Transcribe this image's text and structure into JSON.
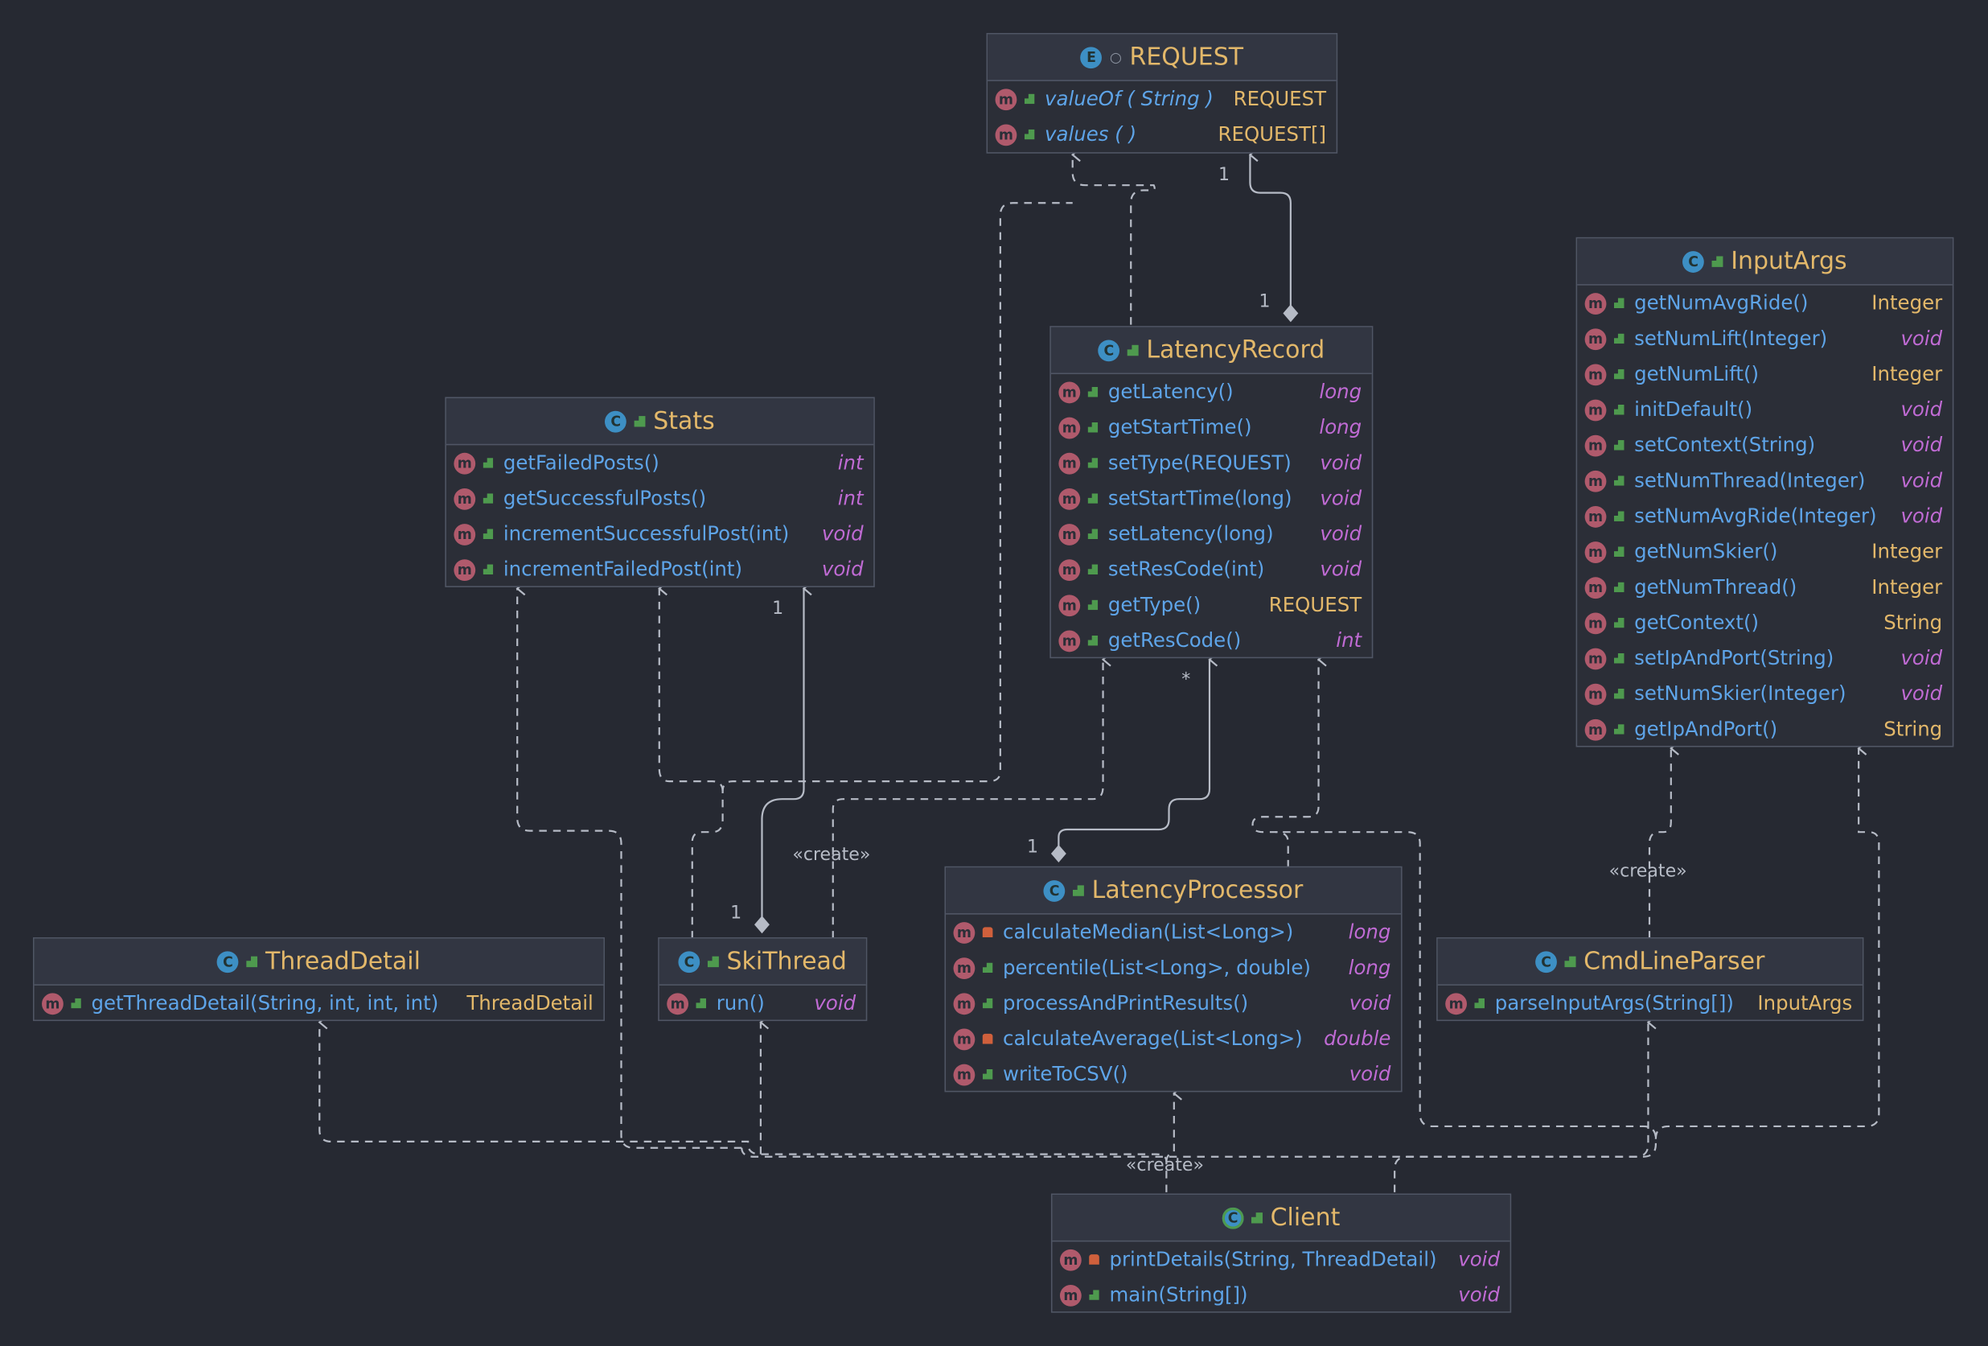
{
  "colors": {
    "background": "#262932",
    "class_name": "#e3b86a",
    "method": "#5ea4e8",
    "primitive": "#c06bd4",
    "edge": "#b6bbc6"
  },
  "classes": {
    "request": {
      "kind_icon": "E",
      "name": "REQUEST",
      "methods": [
        {
          "sig": "valueOf ( String )",
          "ret": "REQUEST",
          "vis": "public"
        },
        {
          "sig": "values ( )",
          "ret": "REQUEST[]",
          "vis": "public"
        }
      ]
    },
    "latency_record": {
      "kind_icon": "C",
      "name": "LatencyRecord",
      "methods": [
        {
          "sig": "getLatency()",
          "ret": "long",
          "vis": "public"
        },
        {
          "sig": "getStartTime()",
          "ret": "long",
          "vis": "public"
        },
        {
          "sig": "setType(REQUEST)",
          "ret": "void",
          "vis": "public"
        },
        {
          "sig": "setStartTime(long)",
          "ret": "void",
          "vis": "public"
        },
        {
          "sig": "setLatency(long)",
          "ret": "void",
          "vis": "public"
        },
        {
          "sig": "setResCode(int)",
          "ret": "void",
          "vis": "public"
        },
        {
          "sig": "getType()",
          "ret": "REQUEST",
          "vis": "public"
        },
        {
          "sig": "getResCode()",
          "ret": "int",
          "vis": "public"
        }
      ]
    },
    "stats": {
      "kind_icon": "C",
      "name": "Stats",
      "methods": [
        {
          "sig": "getFailedPosts()",
          "ret": "int",
          "vis": "public"
        },
        {
          "sig": "getSuccessfulPosts()",
          "ret": "int",
          "vis": "public"
        },
        {
          "sig": "incrementSuccessfulPost(int)",
          "ret": "void",
          "vis": "public"
        },
        {
          "sig": "incrementFailedPost(int)",
          "ret": "void",
          "vis": "public"
        }
      ]
    },
    "input_args": {
      "kind_icon": "C",
      "name": "InputArgs",
      "methods": [
        {
          "sig": "getNumAvgRide()",
          "ret": "Integer",
          "vis": "public"
        },
        {
          "sig": "setNumLift(Integer)",
          "ret": "void",
          "vis": "public"
        },
        {
          "sig": "getNumLift()",
          "ret": "Integer",
          "vis": "public"
        },
        {
          "sig": "initDefault()",
          "ret": "void",
          "vis": "public"
        },
        {
          "sig": "setContext(String)",
          "ret": "void",
          "vis": "public"
        },
        {
          "sig": "setNumThread(Integer)",
          "ret": "void",
          "vis": "public"
        },
        {
          "sig": "setNumAvgRide(Integer)",
          "ret": "void",
          "vis": "public"
        },
        {
          "sig": "getNumSkier()",
          "ret": "Integer",
          "vis": "public"
        },
        {
          "sig": "getNumThread()",
          "ret": "Integer",
          "vis": "public"
        },
        {
          "sig": "getContext()",
          "ret": "String",
          "vis": "public"
        },
        {
          "sig": "setIpAndPort(String)",
          "ret": "void",
          "vis": "public"
        },
        {
          "sig": "setNumSkier(Integer)",
          "ret": "void",
          "vis": "public"
        },
        {
          "sig": "getIpAndPort()",
          "ret": "String",
          "vis": "public"
        }
      ]
    },
    "latency_processor": {
      "kind_icon": "C",
      "name": "LatencyProcessor",
      "methods": [
        {
          "sig": "calculateMedian(List<Long>)",
          "ret": "long",
          "vis": "private"
        },
        {
          "sig": "percentile(List<Long>, double)",
          "ret": "long",
          "vis": "public"
        },
        {
          "sig": "processAndPrintResults()",
          "ret": "void",
          "vis": "public"
        },
        {
          "sig": "calculateAverage(List<Long>)",
          "ret": "double",
          "vis": "private"
        },
        {
          "sig": "writeToCSV()",
          "ret": "void",
          "vis": "public"
        }
      ]
    },
    "thread_detail": {
      "kind_icon": "C",
      "name": "ThreadDetail",
      "methods": [
        {
          "sig": "getThreadDetail(String, int, int, int)",
          "ret": "ThreadDetail",
          "vis": "public"
        }
      ]
    },
    "ski_thread": {
      "kind_icon": "C",
      "name": "SkiThread",
      "methods": [
        {
          "sig": "run()",
          "ret": "void",
          "vis": "public"
        }
      ]
    },
    "cmd_line_parser": {
      "kind_icon": "C",
      "name": "CmdLineParser",
      "methods": [
        {
          "sig": "parseInputArgs(String[])",
          "ret": "InputArgs",
          "vis": "public"
        }
      ]
    },
    "client": {
      "kind_icon": "C",
      "name": "Client",
      "methods": [
        {
          "sig": "printDetails(String, ThreadDetail)",
          "ret": "void",
          "vis": "private"
        },
        {
          "sig": "main(String[])",
          "ret": "void",
          "vis": "public"
        }
      ]
    }
  },
  "edge_labels": {
    "request_mult_top": "1",
    "record_mult_top": "1",
    "stats_mult": "1",
    "record_mult_star": "*",
    "processor_mult": "1",
    "skithread_mult": "1",
    "create_skithread": "«create»",
    "create_cmdparser": "«create»",
    "create_client": "«create»"
  }
}
